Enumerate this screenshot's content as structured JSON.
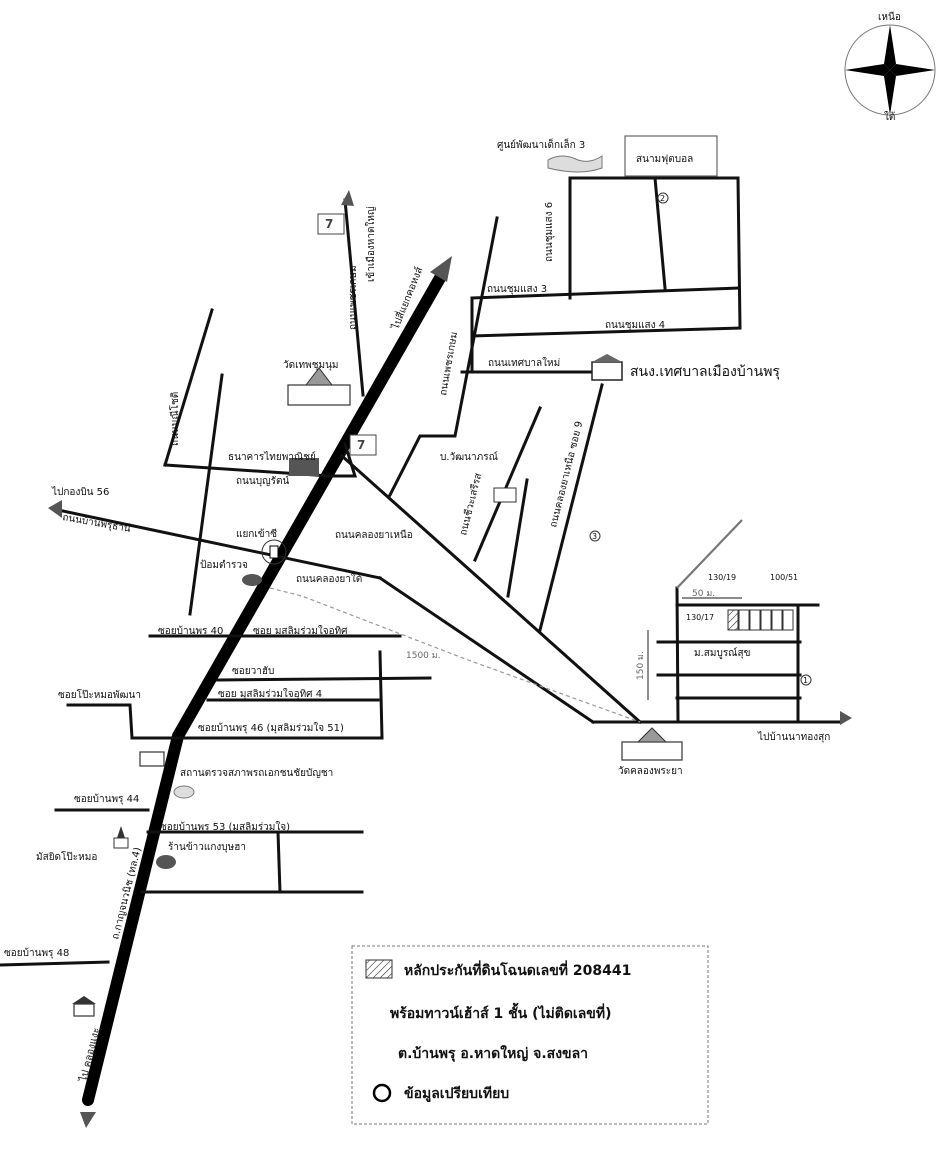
{
  "compass": {
    "north": "เหนือ",
    "south": "ใต้"
  },
  "roads": {
    "thanon_kanchanawanit": "ถ.กาญจนวนิช (ทล.4)",
    "to_khlong_ngae": "ไป คลองแงะ",
    "to_hatyai_airport": "ไปสี่แยกคอหงส์",
    "phetkasem_link": "ถนนเพชรเกษม",
    "thanon_ban_phru_thani": "ถนนบ้านพรุธานี",
    "to_kong_bin_56": "ไปกองบิน 56",
    "thanon_khlong_ya_nuea": "ถนนคลองยาเหนือ",
    "thanon_khlong_ya_tai": "ถนนคลองยาใต้",
    "thanon_chum_saeng_3": "ถนนชุมแสง 3",
    "thanon_chum_saeng_4": "ถนนชุมแสง 4",
    "thanon_chum_saeng_6": "ถนนชุมแสง 6",
    "thanon_thetsaban_mai": "ถนนเทศบาลใหม่",
    "thanon_khlong_ya_nuea_soi_9": "ถนนคลองยาเหนือ ซอย 9",
    "thanon_chawa_sirisat": "ถนนชีวะเสรีรส",
    "thanon_mani_chot": "ถนนมณีโชติ",
    "thanon_boonyarat": "ถนนบุญรัตน์",
    "entrance_hatyai": "เข้าเมืองหาดใหญ่",
    "thanon_phet_kasem_2": "ถนนเพชรเกษม",
    "soi_ban_phru_40": "ซอยบ้านพรุ 40",
    "soi_muslim_40": "ซอย มุสลิมร่วมใจอุทิศ",
    "soi_wa_yap": "ซอยวาฮับ",
    "soi_muslim_4": "ซอย มุสลิมร่วมใจอุทิศ 4",
    "soi_po_mo_phatthana": "ซอยโป๊ะหมอพัฒนา",
    "soi_ban_phru_46": "ซอยบ้านพรุ 46 (มุสลิมร่วมใจ 51)",
    "soi_ban_phru_44": "ซอยบ้านพรุ 44",
    "soi_ban_phru_53": "ซอยบ้านพรุ 53 (มุสลิมร่วมใจ)",
    "soi_ban_phru_48": "ซอยบ้านพรุ 48",
    "to_ban_na_thong_suk": "ไปบ้านนาทองสุก",
    "moo_sombun_suk": "ม.สมบูรณ์สุข"
  },
  "landmarks": {
    "child_center": "ศูนย์พัฒนาเด็กเล็ก 3",
    "football_field": "สนามฟุตบอล",
    "municipality": "สนง.เทศบาลเมืองบ้านพรุ",
    "wat_thep_chumnum": "วัดเทพชุมนุม",
    "thai_bank": "ธนาคารไทยพาณิชย์",
    "b_wattanaphon": "บ.วัฒนาภรณ์",
    "intersection": "แยกเข้าซี",
    "police_box": "ป้อมตำรวจ",
    "inspection_station": "สถานตรวจสภาพรถเอกชนชัยบัญชา",
    "mosque": "มัสยิดโป๊ะหมอ",
    "restaurant": "ร้านข้าวแกงบุษฮา",
    "wat_khlong_phraya": "วัดคลองพระยา"
  },
  "distances": {
    "d1500": "1500 ม.",
    "d50": "50 ม.",
    "d150": "150 ม."
  },
  "plots": {
    "p130_19": "130/19",
    "p100_51": "100/51",
    "p130_17": "130/17"
  },
  "markers": {
    "m1": "1",
    "m2": "2",
    "m3": "3"
  },
  "legend": {
    "line1": "หลักประกันที่ดินโฉนดเลขที่ 208441",
    "line2": "พร้อมทาวน์เฮ้าส์ 1 ชั้น (ไม่ติดเลขที่)",
    "line3": "ต.บ้านพรุ อ.หาดใหญ่ จ.สงขลา",
    "line4": "ข้อมูลเปรียบเทียบ"
  }
}
